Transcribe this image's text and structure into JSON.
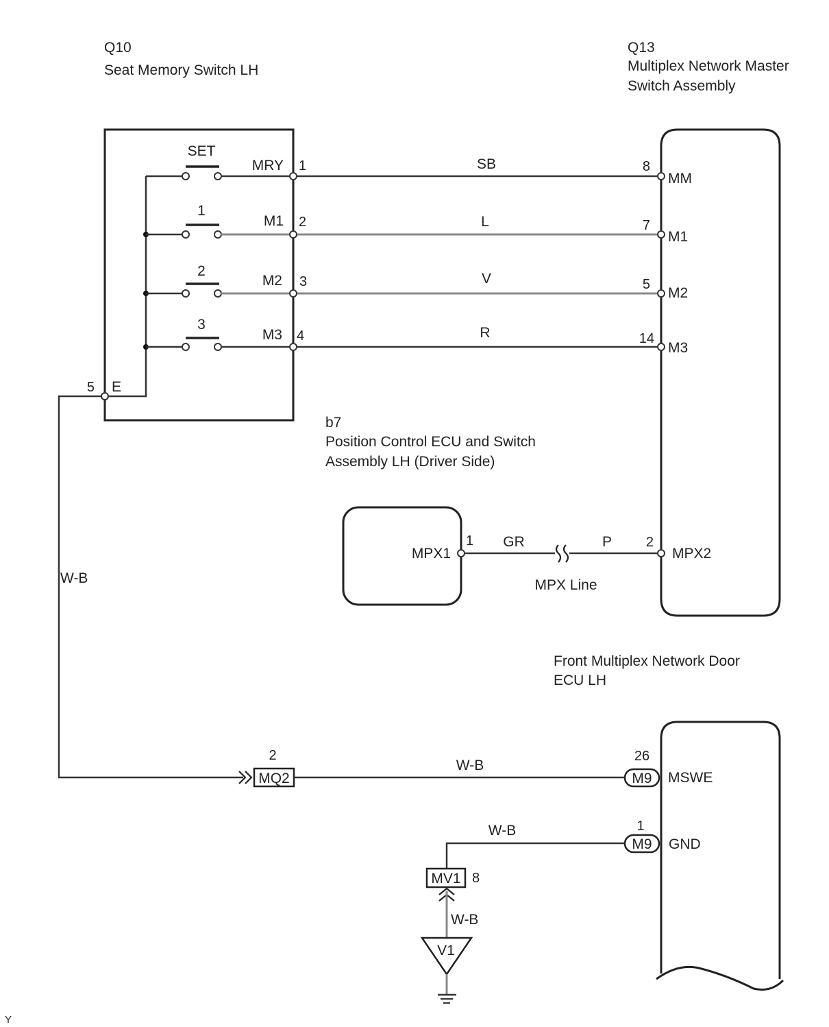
{
  "components": {
    "q10": {
      "code": "Q10",
      "name": "Seat Memory Switch LH"
    },
    "q13": {
      "code": "Q13",
      "name_line1": "Multiplex Network Master",
      "name_line2": "Switch Assembly"
    },
    "b7": {
      "code": "b7",
      "name_line1": "Position Control ECU and Switch",
      "name_line2": "Assembly LH (Driver Side)"
    },
    "door_ecu": {
      "name_line1": "Front Multiplex Network Door",
      "name_line2": "ECU LH"
    }
  },
  "switches": [
    {
      "label": "SET",
      "terminal": "MRY",
      "pin": "1",
      "wire_color": "SB",
      "dest_pin": "8",
      "dest_terminal": "MM"
    },
    {
      "label": "1",
      "terminal": "M1",
      "pin": "2",
      "wire_color": "L",
      "dest_pin": "7",
      "dest_terminal": "M1"
    },
    {
      "label": "2",
      "terminal": "M2",
      "pin": "3",
      "wire_color": "V",
      "dest_pin": "5",
      "dest_terminal": "M2"
    },
    {
      "label": "3",
      "terminal": "M3",
      "pin": "4",
      "wire_color": "R",
      "dest_pin": "14",
      "dest_terminal": "M3"
    }
  ],
  "ground_terminal": {
    "pin": "5",
    "terminal": "E",
    "wire_color": "W-B"
  },
  "mpx": {
    "left_terminal": "MPX1",
    "left_pin": "1",
    "left_wire": "GR",
    "right_terminal": "MPX2",
    "right_pin": "2",
    "right_wire": "P",
    "line_label": "MPX Line"
  },
  "mq2": {
    "connector": "MQ2",
    "pin": "2",
    "wire_color": "W-B"
  },
  "mswe": {
    "connector": "M9",
    "pin": "26",
    "terminal": "MSWE"
  },
  "gnd": {
    "connector": "M9",
    "pin": "1",
    "terminal": "GND",
    "wire_color": "W-B"
  },
  "mv1": {
    "connector": "MV1",
    "pin": "8",
    "wire_color": "W-B"
  },
  "ground_point": {
    "label": "V1"
  },
  "corner_mark": "Y"
}
